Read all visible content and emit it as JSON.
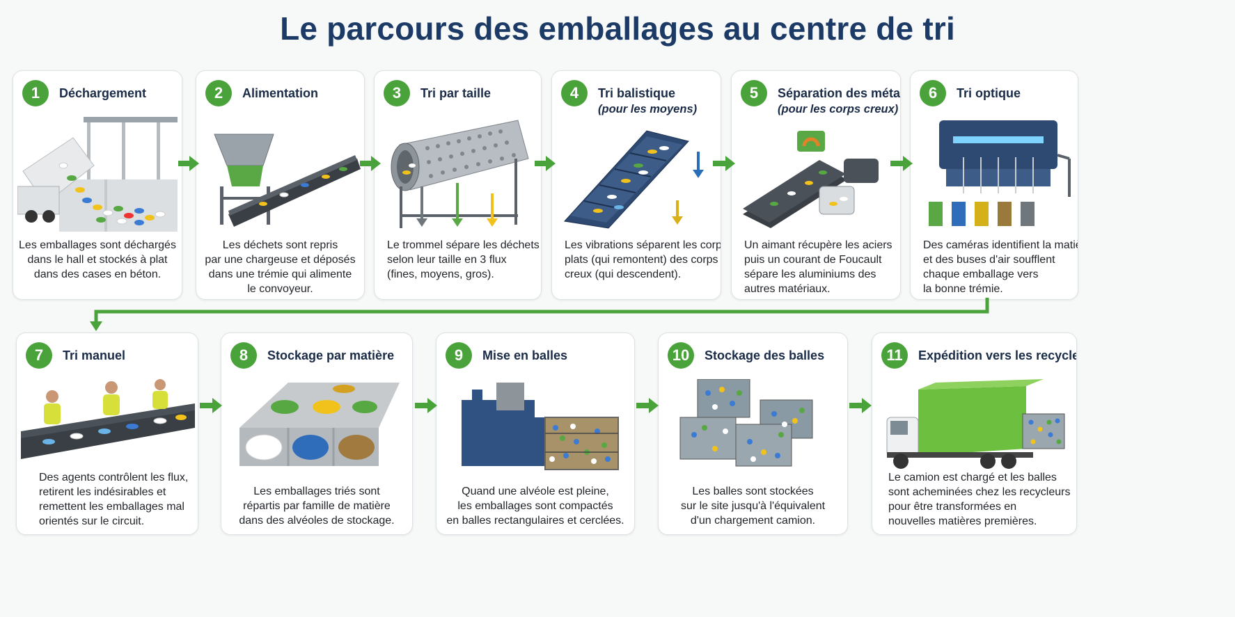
{
  "title": "Le parcours des emballages au centre de tri",
  "colors": {
    "accent_green": "#4aa23a",
    "title_navy": "#1c3a66",
    "arrow_green": "#4aa23a"
  },
  "steps": [
    {
      "number": "1",
      "title": "Déchargement",
      "subtitle": "",
      "description": [
        "Les emballages sont déchargés",
        "dans le hall et stockés à plat",
        "dans des cases en béton."
      ]
    },
    {
      "number": "2",
      "title": "Alimentation",
      "subtitle": "",
      "description": [
        "Les déchets sont repris",
        "par une chargeuse et déposés",
        "dans une trémie qui alimente",
        "le convoyeur."
      ]
    },
    {
      "number": "3",
      "title": "Tri par taille",
      "subtitle": "",
      "description": [
        "Le trommel sépare les déchets",
        "selon leur taille en 3 flux",
        "(fines, moyens, gros)."
      ]
    },
    {
      "number": "4",
      "title": "Tri balistique",
      "subtitle": "(pour les moyens)",
      "description": [
        "Les vibrations séparent les corps",
        "plats (qui remontent) des corps",
        "creux (qui descendent)."
      ]
    },
    {
      "number": "5",
      "title": "Séparation des métaux",
      "subtitle": "(pour les corps creux)",
      "description": [
        "Un aimant récupère les aciers",
        "puis un courant de Foucault",
        "sépare les aluminiums des",
        "autres matériaux."
      ]
    },
    {
      "number": "6",
      "title": "Tri optique",
      "subtitle": "",
      "description": [
        "Des caméras identifient la matière",
        "et des buses d'air soufflent",
        "chaque emballage vers",
        "la bonne trémie."
      ]
    },
    {
      "number": "7",
      "title": "Tri manuel",
      "subtitle": "",
      "description": [
        "Des agents contrôlent les flux,",
        "retirent les indésirables et",
        "remettent les emballages mal",
        "orientés sur le circuit."
      ]
    },
    {
      "number": "8",
      "title": "Stockage par matière",
      "subtitle": "",
      "description": [
        "Les emballages triés sont",
        "répartis par famille de matière",
        "dans des alvéoles de stockage."
      ]
    },
    {
      "number": "9",
      "title": "Mise en balles",
      "subtitle": "",
      "description": [
        "Quand une alvéole est pleine,",
        "les emballages sont compactés",
        "en balles rectangulaires et cerclées."
      ]
    },
    {
      "number": "10",
      "title": "Stockage des balles",
      "subtitle": "",
      "description": [
        "Les balles sont stockées",
        "sur le site jusqu'à l'équivalent",
        "d'un chargement camion."
      ]
    },
    {
      "number": "11",
      "title": "Expédition vers les recycleurs",
      "subtitle": "",
      "description": [
        "Le camion est chargé et les balles",
        "sont acheminées chez les recycleurs",
        "pour être transformées en",
        "nouvelles matières premières."
      ]
    }
  ]
}
